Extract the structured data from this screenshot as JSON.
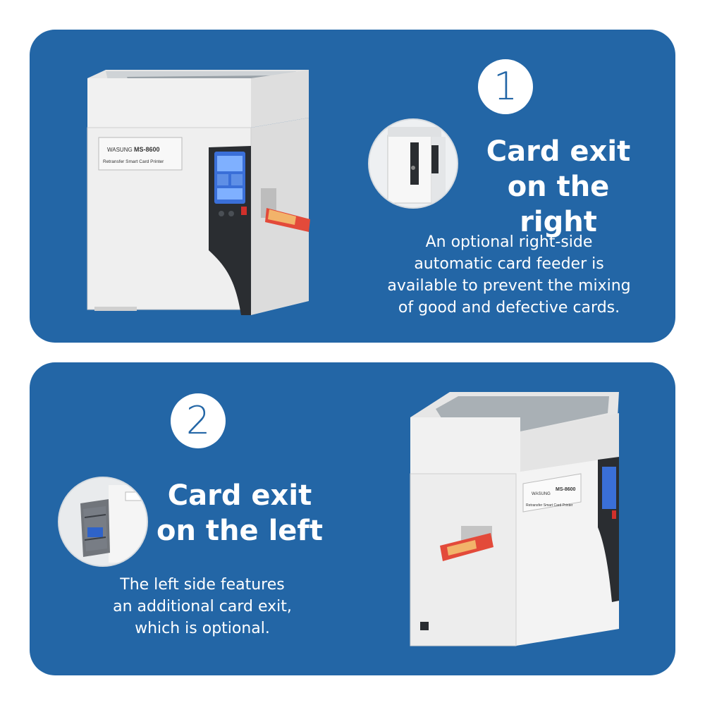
{
  "section1": {
    "number": "1",
    "heading_line1": "Card exit",
    "heading_line2": "on the right",
    "description_lines": [
      "An optional right-side",
      "automatic card feeder is",
      "available to prevent the mixing",
      "of good and defective cards."
    ],
    "printer_brand": "WASUNG",
    "printer_model": "MS-8600",
    "printer_label": "Retransfer Smart Card Printer"
  },
  "section2": {
    "number": "2",
    "heading_line1": "Card exit",
    "heading_line2": "on the left",
    "description_lines": [
      "The left side features",
      "an additional card exit,",
      "which is optional."
    ],
    "printer_brand": "WASUNG",
    "printer_model": "MS-8600",
    "printer_label": "Retransfer Smart Card Printer"
  },
  "colors": {
    "panel_background": "#2366a6",
    "text": "#ffffff",
    "printer_body": "#ececec",
    "screen": "#3a6fd8"
  },
  "icons": [
    "number-badge",
    "printer-image",
    "card-exit-detail-image"
  ]
}
